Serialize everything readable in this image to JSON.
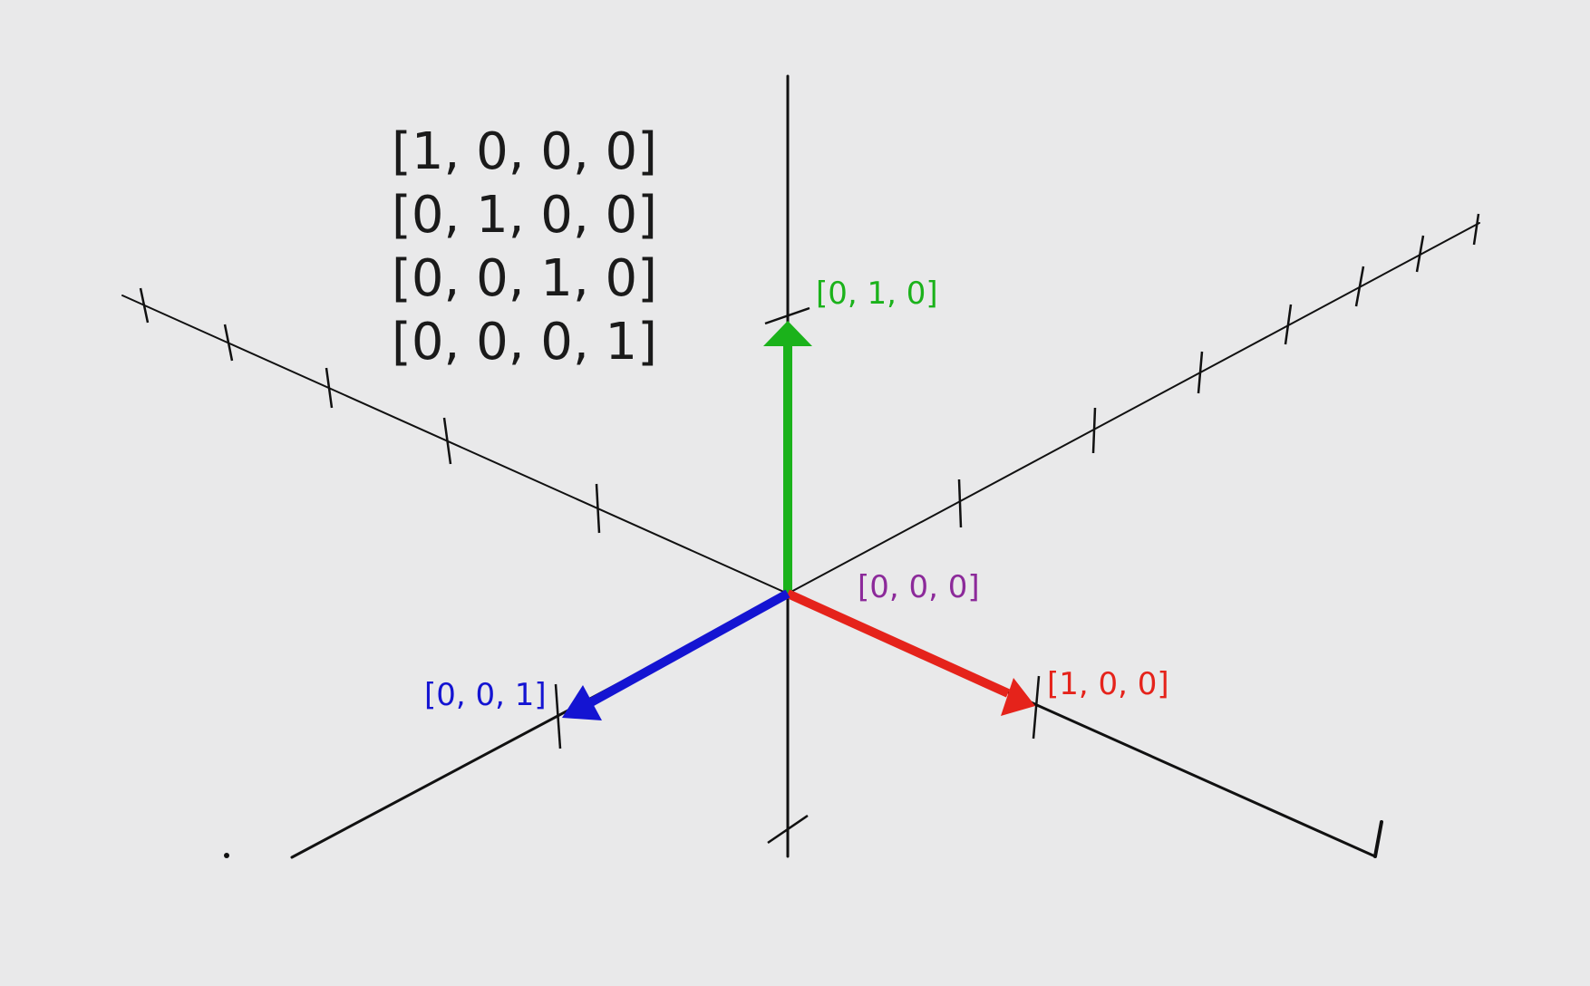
{
  "matrix": {
    "rows": [
      "[1, 0, 0, 0]",
      "[0, 1, 0, 0]",
      "[0, 0, 1, 0]",
      "[0, 0, 0, 1]"
    ]
  },
  "labels": {
    "origin": "[0, 0, 0]",
    "x_vector": "[1, 0, 0]",
    "y_vector": "[0, 1, 0]",
    "z_vector": "[0, 0, 1]"
  },
  "colors": {
    "background": "#e9e9ea",
    "axis": "#111111",
    "x_vector": "#e5231b",
    "y_vector": "#1bb21b",
    "z_vector": "#1414d2",
    "origin_label": "#8c2a9a"
  }
}
